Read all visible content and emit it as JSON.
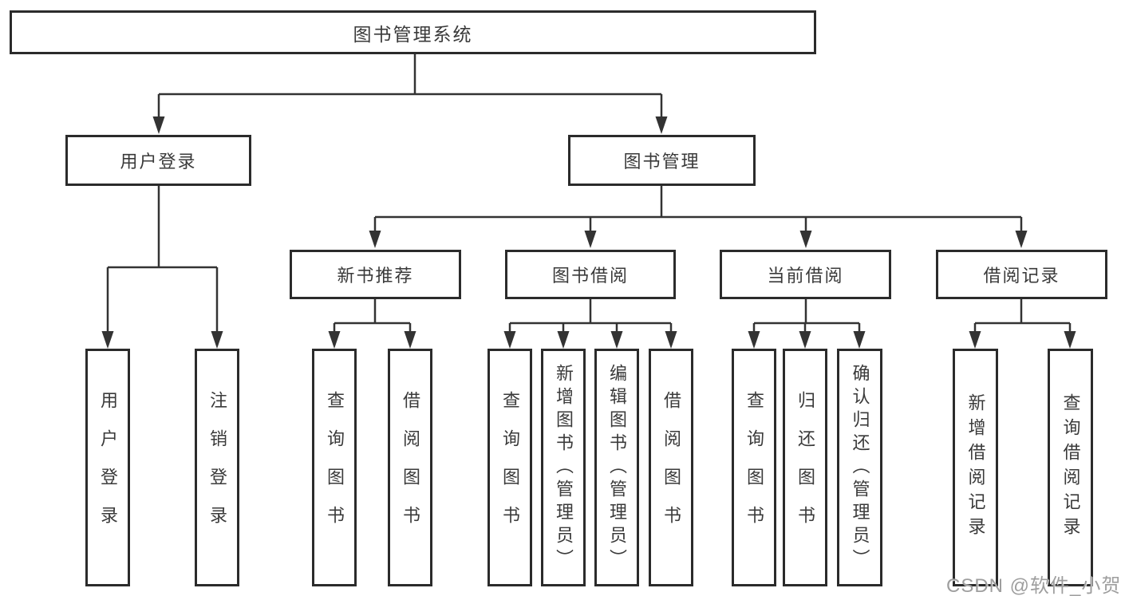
{
  "tree": {
    "label": "图书管理系统",
    "children": [
      {
        "label": "用户登录",
        "children": [
          {
            "label": "用户登录"
          },
          {
            "label": "注销登录"
          }
        ]
      },
      {
        "label": "图书管理",
        "children": [
          {
            "label": "新书推荐",
            "children": [
              {
                "label": "查询图书"
              },
              {
                "label": "借阅图书"
              }
            ]
          },
          {
            "label": "图书借阅",
            "children": [
              {
                "label": "查询图书"
              },
              {
                "label": "新增图书（管理员）"
              },
              {
                "label": "编辑图书（管理员）"
              },
              {
                "label": "借阅图书"
              }
            ]
          },
          {
            "label": "当前借阅",
            "children": [
              {
                "label": "查询图书"
              },
              {
                "label": "归还图书"
              },
              {
                "label": "确认归还（管理员）"
              }
            ]
          },
          {
            "label": "借阅记录",
            "children": [
              {
                "label": "新增借阅记录"
              },
              {
                "label": "查询借阅记录"
              }
            ]
          }
        ]
      }
    ]
  },
  "watermark": {
    "text": "CSDN @软件_小贺同学"
  },
  "colors": {
    "background": "#ffffff",
    "line": "#333333",
    "box_border": "#2b2b2b",
    "text": "#3a3a3a",
    "watermark_text": "#9e9e9e"
  }
}
